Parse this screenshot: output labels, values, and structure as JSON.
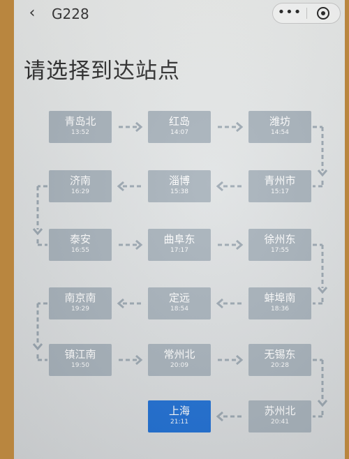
{
  "header": {
    "back_icon": "chevron-left-icon",
    "title": "G228",
    "more_icon": "more-dots-icon",
    "close_icon": "target-close-icon"
  },
  "heading": "请选择到达站点",
  "colors": {
    "station": "#a6b1ba",
    "selected": "#1e6ed2",
    "arrow": "#9aa6b0"
  },
  "stations": [
    {
      "name": "青岛北",
      "time": "13:52",
      "selected": false
    },
    {
      "name": "红岛",
      "time": "14:07",
      "selected": false
    },
    {
      "name": "潍坊",
      "time": "14:54",
      "selected": false
    },
    {
      "name": "青州市",
      "time": "15:17",
      "selected": false
    },
    {
      "name": "淄博",
      "time": "15:38",
      "selected": false
    },
    {
      "name": "济南",
      "time": "16:29",
      "selected": false
    },
    {
      "name": "泰安",
      "time": "16:55",
      "selected": false
    },
    {
      "name": "曲阜东",
      "time": "17:17",
      "selected": false
    },
    {
      "name": "徐州东",
      "time": "17:55",
      "selected": false
    },
    {
      "name": "蚌埠南",
      "time": "18:36",
      "selected": false
    },
    {
      "name": "定远",
      "time": "18:54",
      "selected": false
    },
    {
      "name": "南京南",
      "time": "19:29",
      "selected": false
    },
    {
      "name": "镇江南",
      "time": "19:50",
      "selected": false
    },
    {
      "name": "常州北",
      "time": "20:09",
      "selected": false
    },
    {
      "name": "无锡东",
      "time": "20:28",
      "selected": false
    },
    {
      "name": "苏州北",
      "time": "20:41",
      "selected": false
    },
    {
      "name": "上海",
      "time": "21:11",
      "selected": true
    }
  ]
}
